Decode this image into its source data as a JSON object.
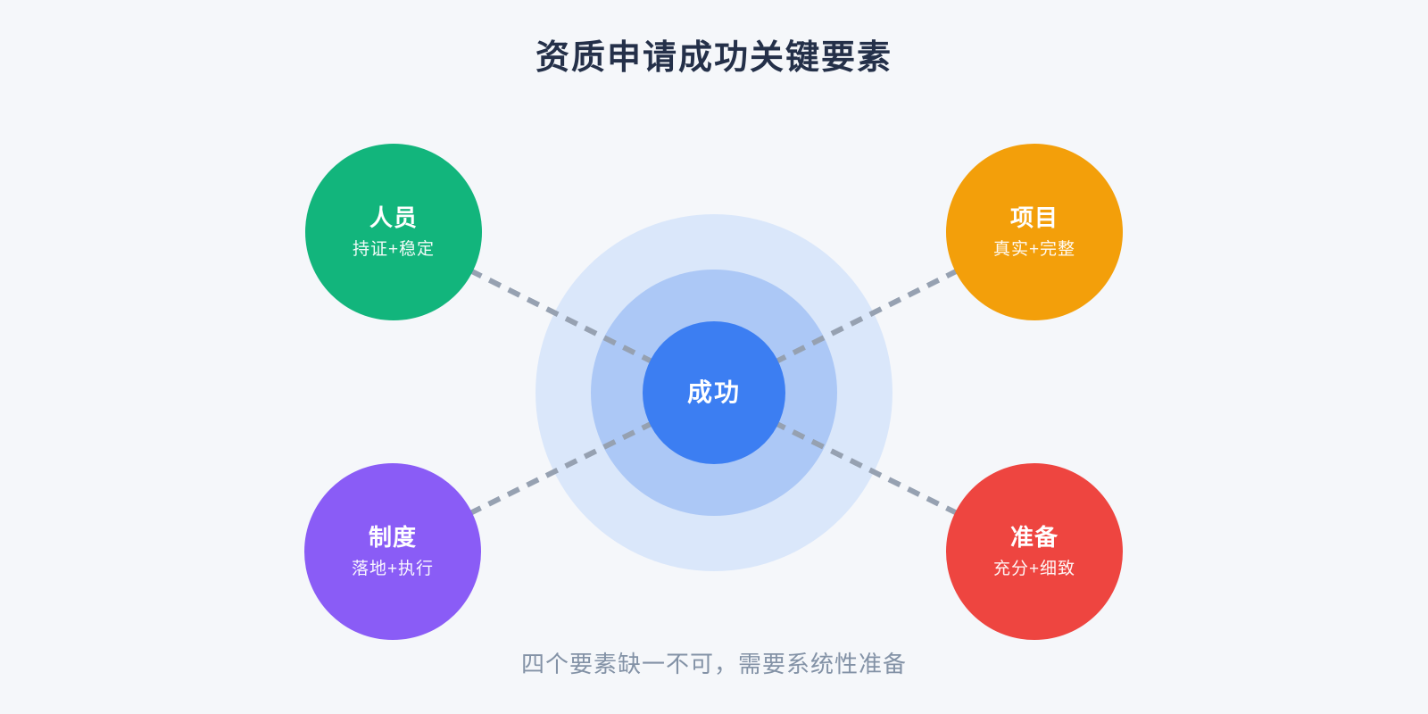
{
  "title": "资质申请成功关键要素",
  "caption": "四个要素缺一不可，需要系统性准备",
  "center": {
    "label": "成功"
  },
  "factors": [
    {
      "id": "personnel",
      "label": "人员",
      "sublabel": "持证+稳定",
      "color": "#12B57C",
      "position": "top-left"
    },
    {
      "id": "project",
      "label": "项目",
      "sublabel": "真实+完整",
      "color": "#F39F0A",
      "position": "top-right"
    },
    {
      "id": "system",
      "label": "制度",
      "sublabel": "落地+执行",
      "color": "#8A5CF6",
      "position": "bottom-left"
    },
    {
      "id": "preparation",
      "label": "准备",
      "sublabel": "充分+细致",
      "color": "#EE4540",
      "position": "bottom-right"
    }
  ],
  "colors": {
    "background": "#F5F7FA",
    "title_text": "#243049",
    "caption_text": "#8392A6",
    "ring_outer": "#DAE7FA",
    "ring_middle": "#ACC8F6",
    "center_circle": "#3C7EF2",
    "connector": "#96A1B1",
    "factor_text": "#FFFFFF"
  }
}
